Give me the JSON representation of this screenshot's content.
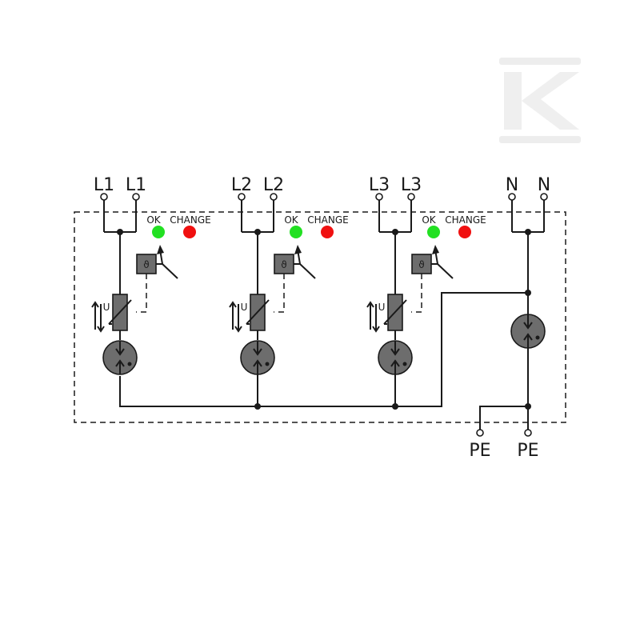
{
  "colors": {
    "ok": "#22e022",
    "change": "#f01010",
    "component": "#6d6d6d",
    "line": "#1a1a1a",
    "watermark": "#ededed"
  },
  "watermark": {
    "icon": "k-logo"
  },
  "poles": [
    {
      "terminal_label": "L1",
      "ok_label": "OK",
      "change_label": "CHANGE",
      "thermal_symbol": "ϑ",
      "varistor_symbol": "U"
    },
    {
      "terminal_label": "L2",
      "ok_label": "OK",
      "change_label": "CHANGE",
      "thermal_symbol": "ϑ",
      "varistor_symbol": "U"
    },
    {
      "terminal_label": "L3",
      "ok_label": "OK",
      "change_label": "CHANGE",
      "thermal_symbol": "ϑ",
      "varistor_symbol": "U"
    }
  ],
  "neutral": {
    "terminal_label": "N"
  },
  "earth": {
    "terminal_label": "PE"
  }
}
